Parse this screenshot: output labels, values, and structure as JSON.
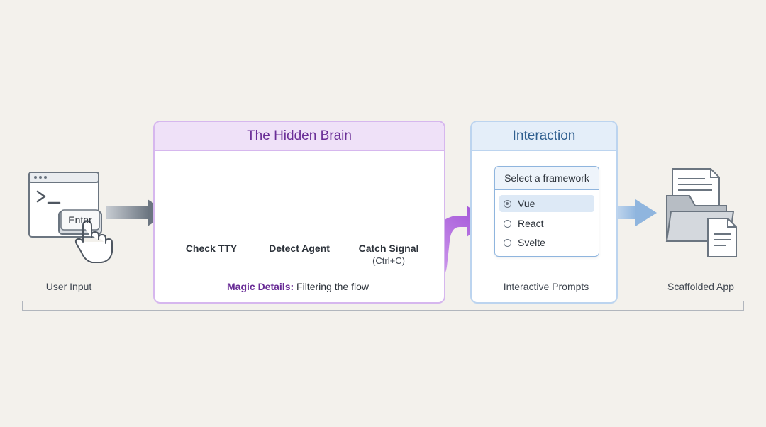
{
  "stages": {
    "user_input": "User Input",
    "keycap": "Enter",
    "scaffolded_app": "Scaffolded App"
  },
  "hidden_brain": {
    "title": "The Hidden Brain",
    "steps": [
      {
        "label": "Check TTY",
        "icon": "eye-chip-icon"
      },
      {
        "label": "Detect Agent",
        "icon": "magnifier-icon"
      },
      {
        "label": "Catch Signal",
        "sublabel": "(Ctrl+C)",
        "icon": "shield-chip-icon"
      }
    ],
    "magic_label": "Magic Details:",
    "magic_text": "Filtering the flow"
  },
  "interaction": {
    "title": "Interaction",
    "prompt_title": "Select a framework",
    "options": [
      "Vue",
      "React",
      "Svelte"
    ],
    "selected": "Vue",
    "caption": "Interactive Prompts"
  },
  "colors": {
    "brain_accent": "#6a2e97",
    "interaction_accent": "#2f5f8f",
    "background": "#f3f1ec"
  }
}
